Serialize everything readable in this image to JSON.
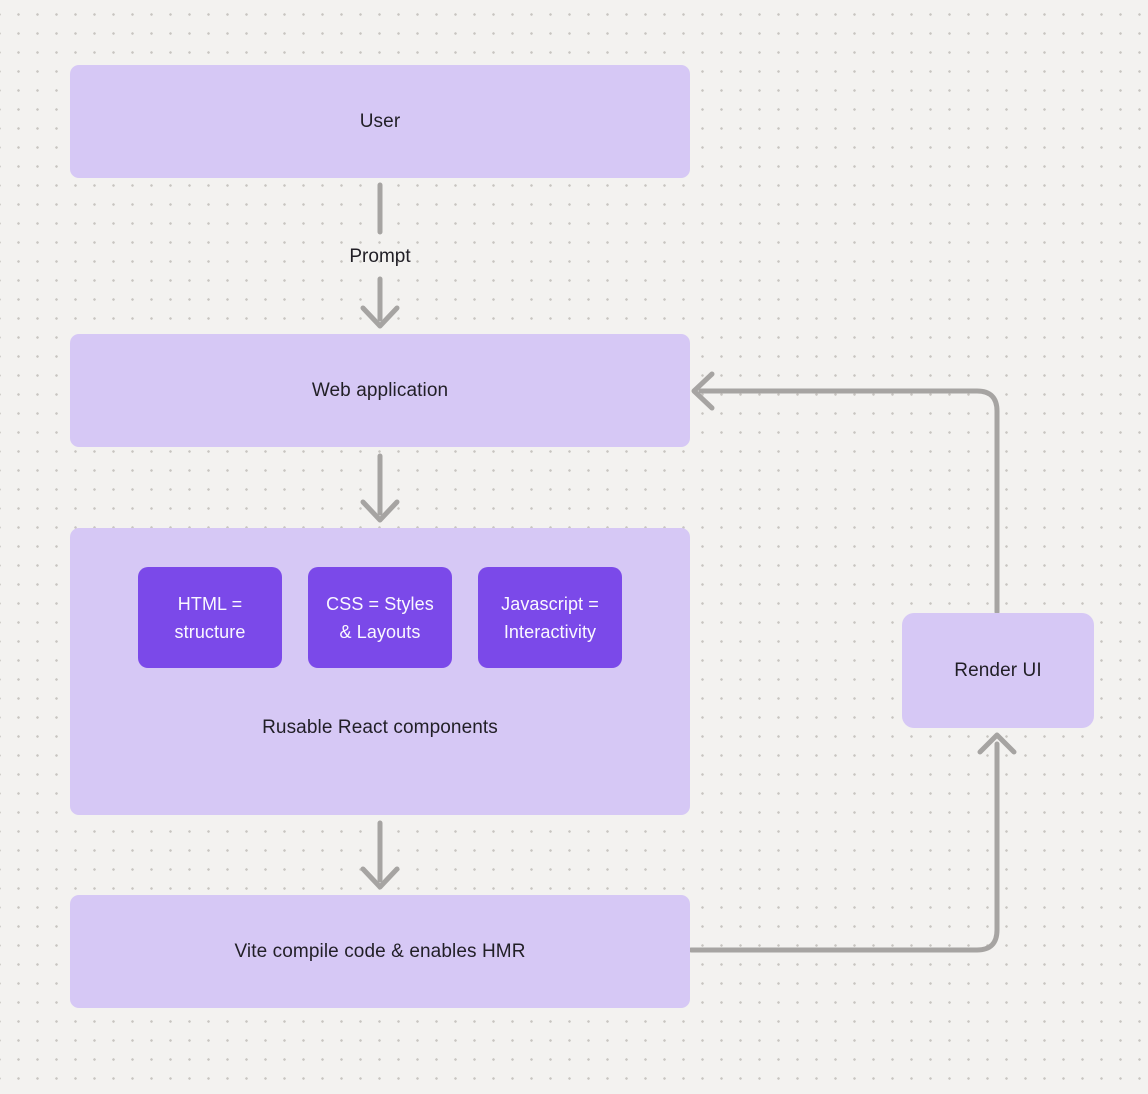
{
  "diagram": {
    "nodes": {
      "user": {
        "label": "User"
      },
      "web_application": {
        "label": "Web application"
      },
      "components": {
        "caption": "Rusable React components",
        "items": [
          {
            "name": "html",
            "lines": [
              "HTML =",
              "structure"
            ]
          },
          {
            "name": "css",
            "lines": [
              "CSS = Styles",
              "& Layouts"
            ]
          },
          {
            "name": "javascript",
            "lines": [
              "Javascript =",
              "Interactivity"
            ]
          }
        ]
      },
      "vite": {
        "label": "Vite compile code & enables HMR"
      },
      "render_ui": {
        "label": "Render UI"
      }
    },
    "edge_labels": {
      "prompt": "Prompt"
    },
    "colors": {
      "background": "#f3f2f0",
      "dot": "#c8c5c1",
      "node_fill": "#d6c8f5",
      "accent_fill": "#7b49e9",
      "arrow": "#a6a4a2",
      "text_dark": "#211f26",
      "text_light": "#faf8ff"
    }
  }
}
